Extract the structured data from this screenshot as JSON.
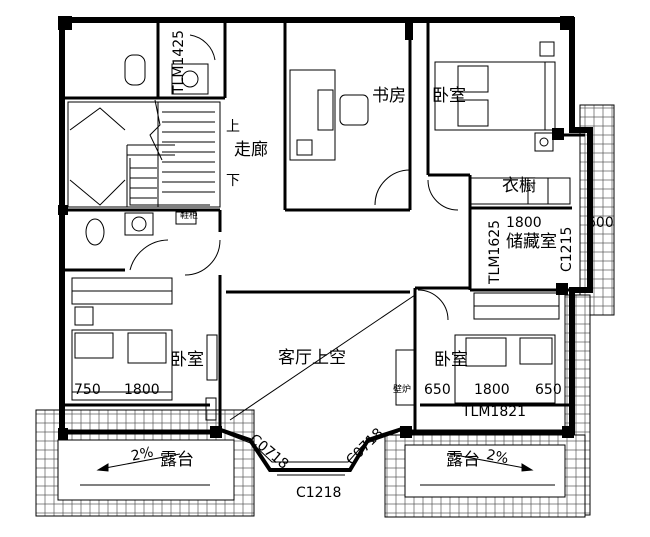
{
  "rooms": {
    "corridor": "走廊",
    "study": "书房",
    "bedroom_ne": "卧室",
    "wardrobe": "衣橱",
    "storage": "储藏室",
    "bedroom_w": "卧室",
    "living_void": "客厅上空",
    "bedroom_se": "卧室",
    "terrace_w": "露台",
    "terrace_e": "露台"
  },
  "stairs": {
    "up": "上",
    "down": "下"
  },
  "fixtures": {
    "shoe_cabinet": "鞋柜",
    "fireplace": "壁炉"
  },
  "dims": {
    "w_left": "750",
    "w_1800_w": "1800",
    "w_650": "650",
    "w_1800_se": "1800",
    "w_650_se": "650",
    "w_1800_store": "1800",
    "w_600": "600"
  },
  "codes": {
    "tlm1425": "TLM1425",
    "tlm1625": "TLM1625",
    "c1215": "C1215",
    "tlm1821": "TLM1821",
    "c0718_l": "C0718",
    "c0718_r": "C0718",
    "c1218": "C1218"
  },
  "slopes": {
    "w": "2%",
    "e": "2%"
  }
}
